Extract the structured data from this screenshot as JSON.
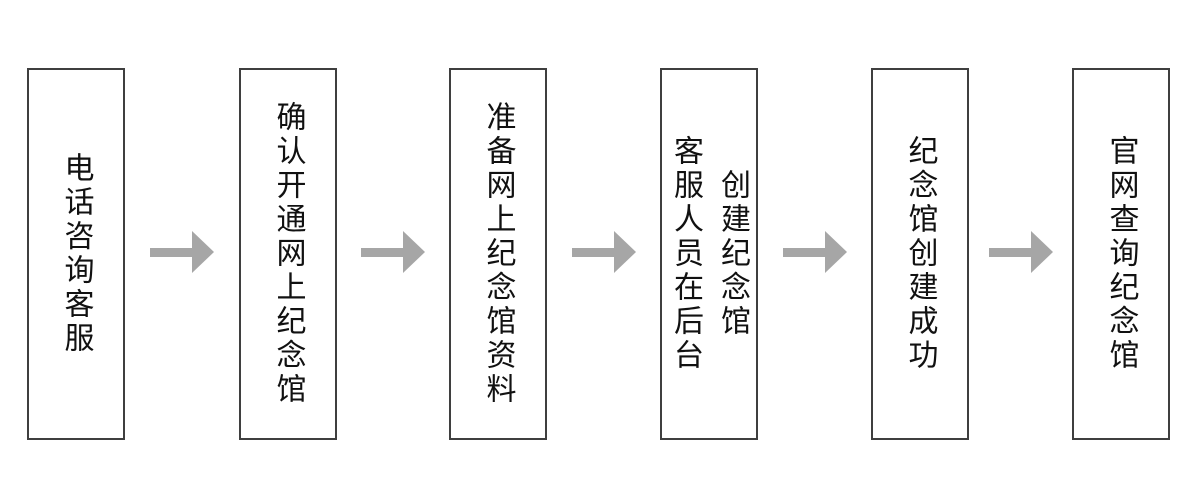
{
  "diagram": {
    "type": "flowchart",
    "orientation": "horizontal",
    "text_direction": "vertical-cjk",
    "steps": [
      {
        "label": "电话咨询客服"
      },
      {
        "label": "确认开通网上纪念馆"
      },
      {
        "label": "准备网上纪念馆资料"
      },
      {
        "label": "客服人员在后台\n创建纪念馆"
      },
      {
        "label": "纪念馆创建成功"
      },
      {
        "label": "官网查询纪念馆"
      }
    ],
    "connector": "right-arrow",
    "colors": {
      "background": "#ffffff",
      "box_fill": "#ffffff",
      "box_border": "#3f3f3f",
      "text": "#111111",
      "arrow": "#a6a6a6"
    }
  }
}
